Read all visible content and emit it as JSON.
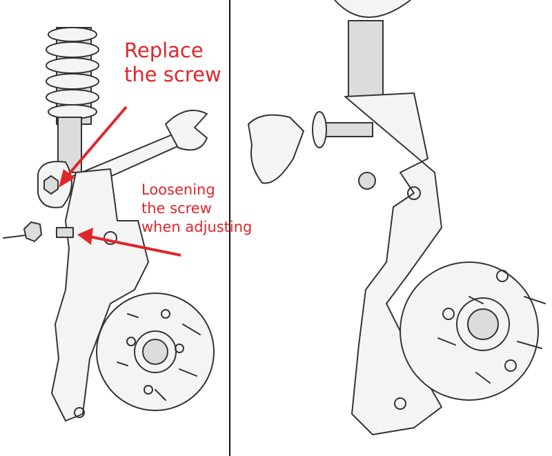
{
  "labels": {
    "replace_line1": "Replace",
    "replace_line2": "the screw",
    "loosen_line1": "Loosening",
    "loosen_line2": "the screw",
    "loosen_line3": "when adjusting"
  },
  "colors": {
    "annotation": "#e0252b",
    "line_art": "#333333",
    "divider": "#111111"
  }
}
